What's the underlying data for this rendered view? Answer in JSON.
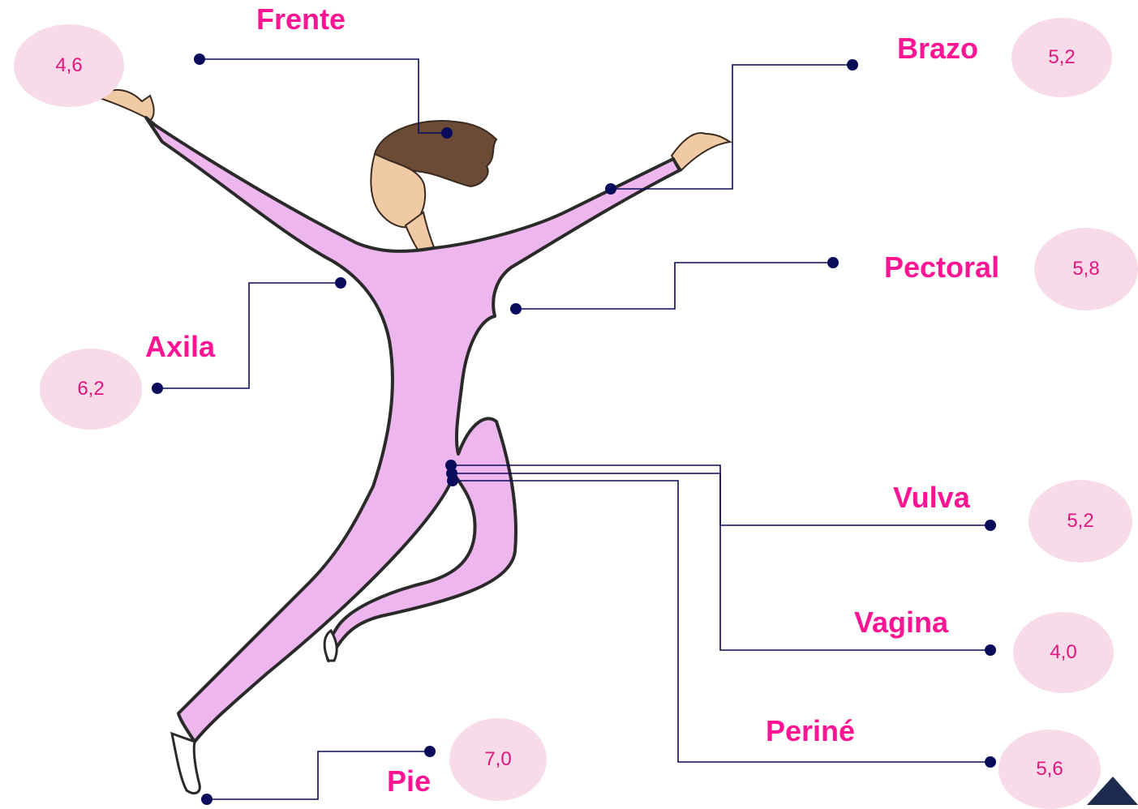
{
  "colors": {
    "label": "#ff1493",
    "value": "#e0157d",
    "bubble": "#f8dbe9",
    "line": "#0b0b5c",
    "suit": "#edb6ee",
    "outline": "#2a2a2a",
    "corner": "#1d2b4f"
  },
  "icons": {
    "corner": "triangle-up-icon",
    "figure": "dancing-woman-illustration"
  },
  "points": {
    "frente": {
      "label": "Frente",
      "value": "4,6"
    },
    "brazo": {
      "label": "Brazo",
      "value": "5,2"
    },
    "pectoral": {
      "label": "Pectoral",
      "value": "5,8"
    },
    "axila": {
      "label": "Axila",
      "value": "6,2"
    },
    "vulva": {
      "label": "Vulva",
      "value": "5,2"
    },
    "vagina": {
      "label": "Vagina",
      "value": "4,0"
    },
    "perine": {
      "label": "Periné",
      "value": "5,6"
    },
    "pie": {
      "label": "Pie",
      "value": "7,0"
    }
  }
}
